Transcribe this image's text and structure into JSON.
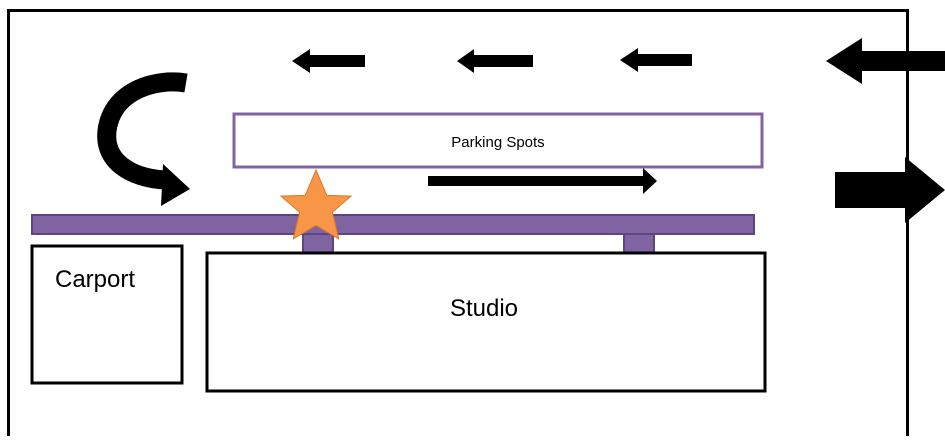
{
  "diagram": {
    "parking_label": "Parking Spots",
    "carport_label": "Carport",
    "studio_label": "Studio"
  },
  "colors": {
    "walkway_fill": "#8064a2",
    "walkway_stroke": "#5c4680",
    "parking_border": "#8064a2",
    "star": "#f79646",
    "arrow": "#000000",
    "outline": "#000000"
  },
  "icons": {
    "star": "star-icon",
    "u_turn": "u-turn-arrow-icon",
    "left_arrow": "arrow-left-icon",
    "right_arrow": "arrow-right-icon"
  }
}
